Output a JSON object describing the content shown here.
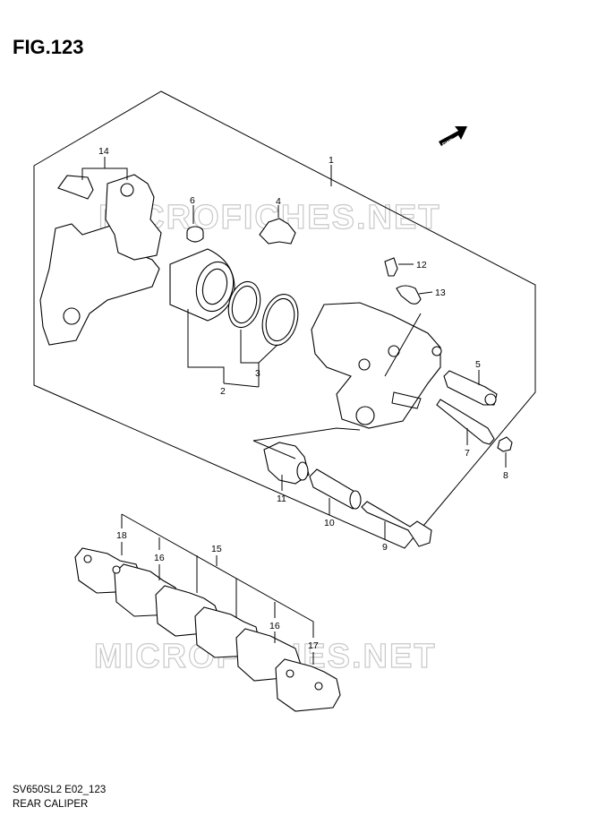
{
  "figure": {
    "title": "FIG.123",
    "footer_code": "SV650SL2 E02_123",
    "footer_name": "REAR CALIPER"
  },
  "watermark": "MICROFICHES.NET",
  "fwd_mark": "FWD",
  "callouts": [
    "1",
    "2",
    "3",
    "4",
    "5",
    "6",
    "7",
    "8",
    "9",
    "10",
    "11",
    "12",
    "13",
    "14",
    "15",
    "16",
    "16",
    "17",
    "18"
  ]
}
